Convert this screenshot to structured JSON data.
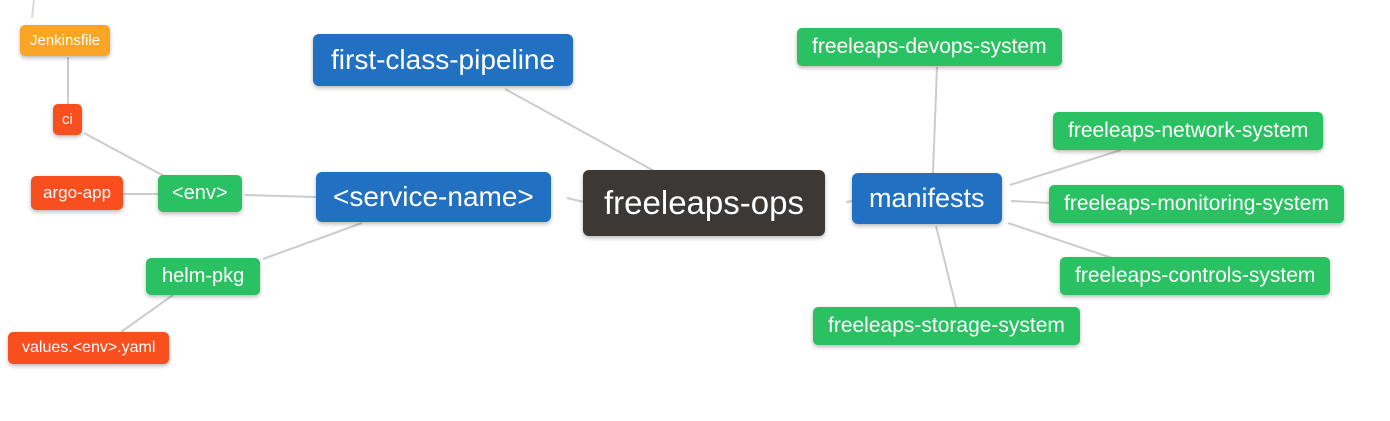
{
  "palette": {
    "root_bg": "#3b3836",
    "branch_blue": "#2270c2",
    "leaf_green": "#2ac162",
    "leaf_red": "#f94f1e",
    "leaf_amber": "#faa526",
    "edge_gray": "#cccccc",
    "canvas_bg": "#ffffff",
    "text": "#ffffff"
  },
  "nodes": [
    {
      "id": "freeleaps-ops",
      "label": "freeleaps-ops",
      "color": "dark"
    },
    {
      "id": "first-class-pipeline",
      "label": "first-class-pipeline",
      "color": "blue"
    },
    {
      "id": "service-name",
      "label": "<service-name>",
      "color": "blue"
    },
    {
      "id": "env",
      "label": "<env>",
      "color": "green"
    },
    {
      "id": "argo-app",
      "label": "argo-app",
      "color": "red"
    },
    {
      "id": "ci",
      "label": "ci",
      "color": "red"
    },
    {
      "id": "jenkinsfile",
      "label": "Jenkinsfile",
      "color": "amber"
    },
    {
      "id": "helm-pkg",
      "label": "helm-pkg",
      "color": "green"
    },
    {
      "id": "values-env-yaml",
      "label": "values.<env>.yaml",
      "color": "red"
    },
    {
      "id": "manifests",
      "label": "manifests",
      "color": "blue"
    },
    {
      "id": "freeleaps-devops-system",
      "label": "freeleaps-devops-system",
      "color": "green"
    },
    {
      "id": "freeleaps-network-system",
      "label": "freeleaps-network-system",
      "color": "green"
    },
    {
      "id": "freeleaps-monitoring-system",
      "label": "freeleaps-monitoring-system",
      "color": "green"
    },
    {
      "id": "freeleaps-controls-system",
      "label": "freeleaps-controls-system",
      "color": "green"
    },
    {
      "id": "freeleaps-storage-system",
      "label": "freeleaps-storage-system",
      "color": "green"
    }
  ],
  "edges": [
    {
      "from": "jenkinsfile",
      "to": "ci"
    },
    {
      "from": "ci",
      "to": "env"
    },
    {
      "from": "argo-app",
      "to": "env"
    },
    {
      "from": "env",
      "to": "service-name"
    },
    {
      "from": "helm-pkg",
      "to": "service-name"
    },
    {
      "from": "helm-pkg",
      "to": "values-env-yaml"
    },
    {
      "from": "first-class-pipeline",
      "to": "freeleaps-ops"
    },
    {
      "from": "service-name",
      "to": "freeleaps-ops"
    },
    {
      "from": "freeleaps-ops",
      "to": "manifests"
    },
    {
      "from": "manifests",
      "to": "freeleaps-devops-system"
    },
    {
      "from": "manifests",
      "to": "freeleaps-network-system"
    },
    {
      "from": "manifests",
      "to": "freeleaps-monitoring-system"
    },
    {
      "from": "manifests",
      "to": "freeleaps-controls-system"
    },
    {
      "from": "manifests",
      "to": "freeleaps-storage-system"
    }
  ]
}
